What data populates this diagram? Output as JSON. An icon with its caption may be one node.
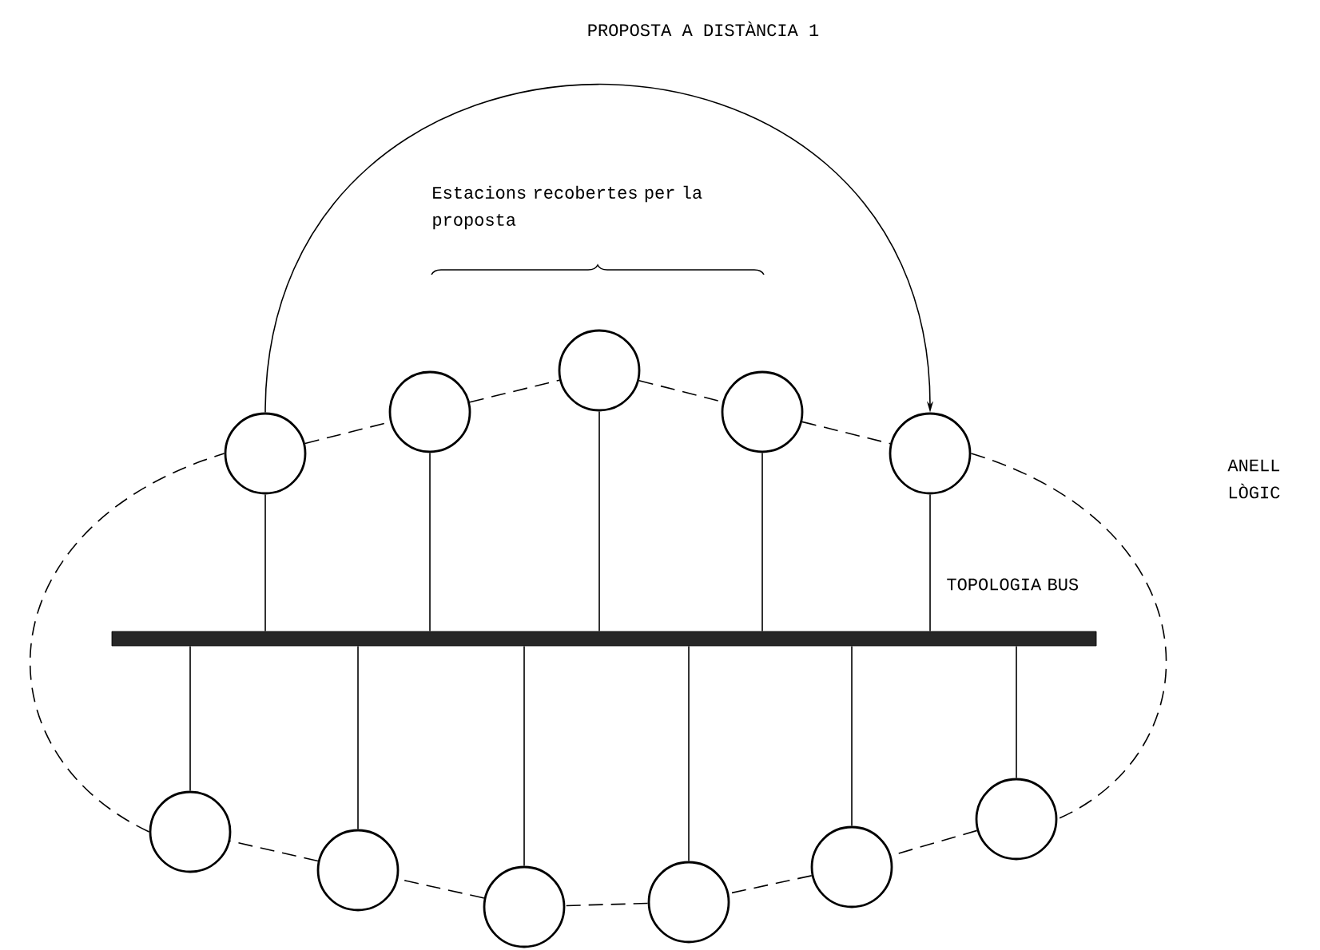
{
  "diagram": {
    "nodes": [
      {
        "text": [],
        "shape": "bar"
      },
      {
        "text": [],
        "shape": "circle"
      },
      {
        "text": [],
        "shape": "circle"
      },
      {
        "text": [],
        "shape": "circle"
      },
      {
        "text": [],
        "shape": "circle"
      },
      {
        "text": [],
        "shape": "circle"
      },
      {
        "text": [],
        "shape": "circle"
      },
      {
        "text": [],
        "shape": "circle"
      },
      {
        "text": [],
        "shape": "circle"
      },
      {
        "text": [],
        "shape": "circle"
      },
      {
        "text": [],
        "shape": "circle"
      },
      {
        "text": [],
        "shape": "circle"
      }
    ],
    "edges": [
      {
        "from": 1,
        "to": 5,
        "arrow": "to",
        "label": "PROPOSTA A DISTÀNCIA 1"
      },
      {
        "from": 1,
        "to": 0,
        "arrow": "none"
      },
      {
        "from": 2,
        "to": 0,
        "arrow": "none"
      },
      {
        "from": 3,
        "to": 0,
        "arrow": "none"
      },
      {
        "from": 4,
        "to": 0,
        "arrow": "none"
      },
      {
        "from": 5,
        "to": 0,
        "arrow": "none"
      },
      {
        "from": 6,
        "to": 0,
        "arrow": "none"
      },
      {
        "from": 7,
        "to": 0,
        "arrow": "none"
      },
      {
        "from": 8,
        "to": 0,
        "arrow": "none"
      },
      {
        "from": 9,
        "to": 0,
        "arrow": "none"
      },
      {
        "from": 10,
        "to": 0,
        "arrow": "none"
      },
      {
        "from": 11,
        "to": 0,
        "arrow": "none"
      },
      {
        "from": 1,
        "to": 2,
        "arrow": "none",
        "style": "dashed"
      },
      {
        "from": 2,
        "to": 3,
        "arrow": "none",
        "style": "dashed"
      },
      {
        "from": 3,
        "to": 4,
        "arrow": "none",
        "style": "dashed"
      },
      {
        "from": 4,
        "to": 5,
        "arrow": "none",
        "style": "dashed"
      },
      {
        "from": 5,
        "to": 11,
        "arrow": "none",
        "style": "dashed"
      },
      {
        "from": 11,
        "to": 10,
        "arrow": "none",
        "style": "dashed"
      },
      {
        "from": 10,
        "to": 9,
        "arrow": "none",
        "style": "dashed"
      },
      {
        "from": 9,
        "to": 8,
        "arrow": "none",
        "style": "dashed"
      },
      {
        "from": 8,
        "to": 7,
        "arrow": "none",
        "style": "dashed"
      },
      {
        "from": 7,
        "to": 6,
        "arrow": "none",
        "style": "dashed"
      },
      {
        "from": 6,
        "to": 1,
        "arrow": "none",
        "style": "dashed"
      }
    ],
    "labels": [
      "Estacions recobertes per la proposta",
      "TOPOLOGIA BUS",
      "ANELL LÒGIC"
    ]
  }
}
